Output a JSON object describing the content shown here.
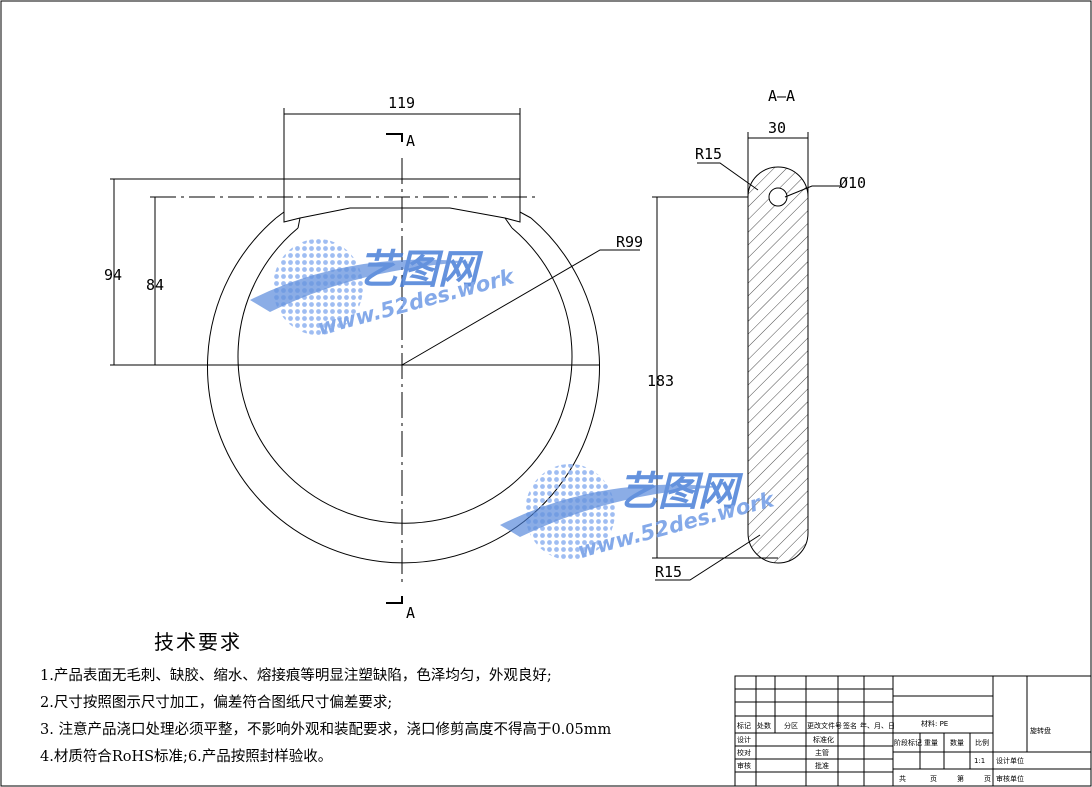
{
  "drawing": {
    "dimensions": {
      "width_top": "119",
      "height_outer": "94",
      "height_inner": "84",
      "radius_big": "R99",
      "section_width": "30",
      "radius_top": "R15",
      "hole_dia": "Ø10",
      "section_height": "183",
      "radius_bottom": "R15"
    },
    "section_marker": "A",
    "section_title": "A—A"
  },
  "watermark": {
    "brand": "艺图网",
    "url": "www.52des.work",
    "accent_color": "#4a7fd8"
  },
  "notes": {
    "title": "技术要求",
    "lines": [
      "1.产品表面无毛刺、缺胶、缩水、熔接痕等明显注塑缺陷，色泽均匀，外观良好;",
      "2.尺寸按照图示尺寸加工，偏差符合图纸尺寸偏差要求;",
      "3. 注意产品浇口处理必须平整，不影响外观和装配要求，浇口修剪高度不得高于0.05mm",
      "4.材质符合RoHS标准;6.产品按照封样验收。"
    ]
  },
  "title_block": {
    "mark": "标记",
    "count": "处数",
    "zone": "分区",
    "change_doc": "更改文件号",
    "sign": "签名",
    "date": "年、月、日",
    "material": "材料: PE",
    "part_name": "旋转盘",
    "design": "设计",
    "standardize": "标准化",
    "stage_mark": "阶段标记",
    "weight": "重量",
    "quantity": "数量",
    "scale_label": "比例",
    "check": "校对",
    "supervisor": "主管",
    "scale_value": "1:1",
    "design_unit": "设计单位",
    "review": "审核",
    "approve": "批准",
    "total": "共",
    "sheet_word": "页",
    "page_of": "第",
    "page_word": "页",
    "review_unit": "审核单位"
  }
}
